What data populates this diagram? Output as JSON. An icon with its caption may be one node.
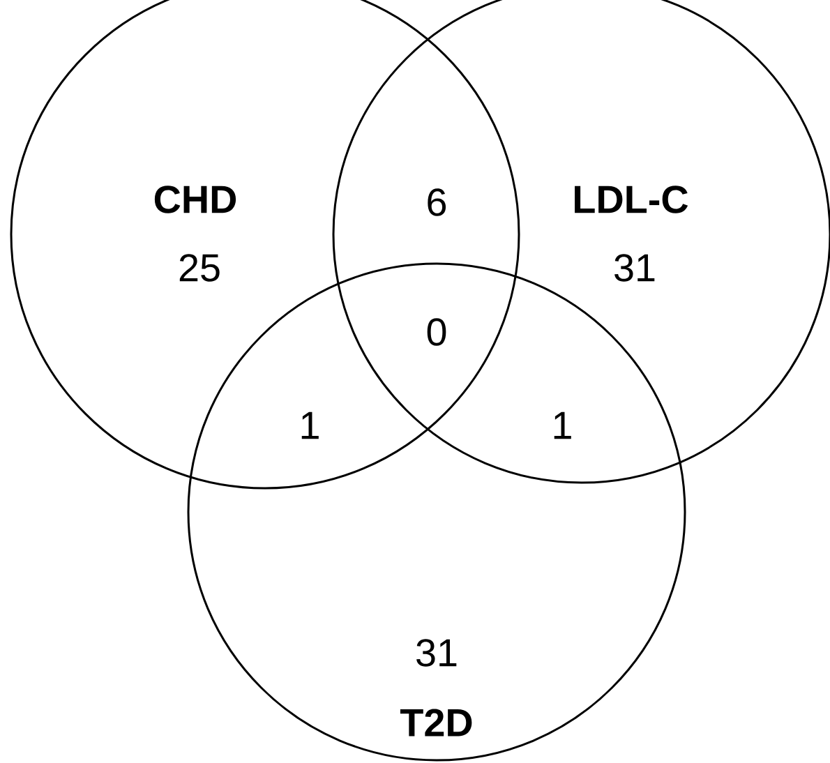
{
  "diagram": {
    "nodes": [
      {
        "text": [
          "CHD",
          "25"
        ]
      },
      {
        "text": [
          "LDL-C",
          "31"
        ]
      },
      {
        "text": [
          "31",
          "T2D"
        ]
      }
    ],
    "labels": [
      "6",
      "0",
      "1",
      "1"
    ]
  }
}
